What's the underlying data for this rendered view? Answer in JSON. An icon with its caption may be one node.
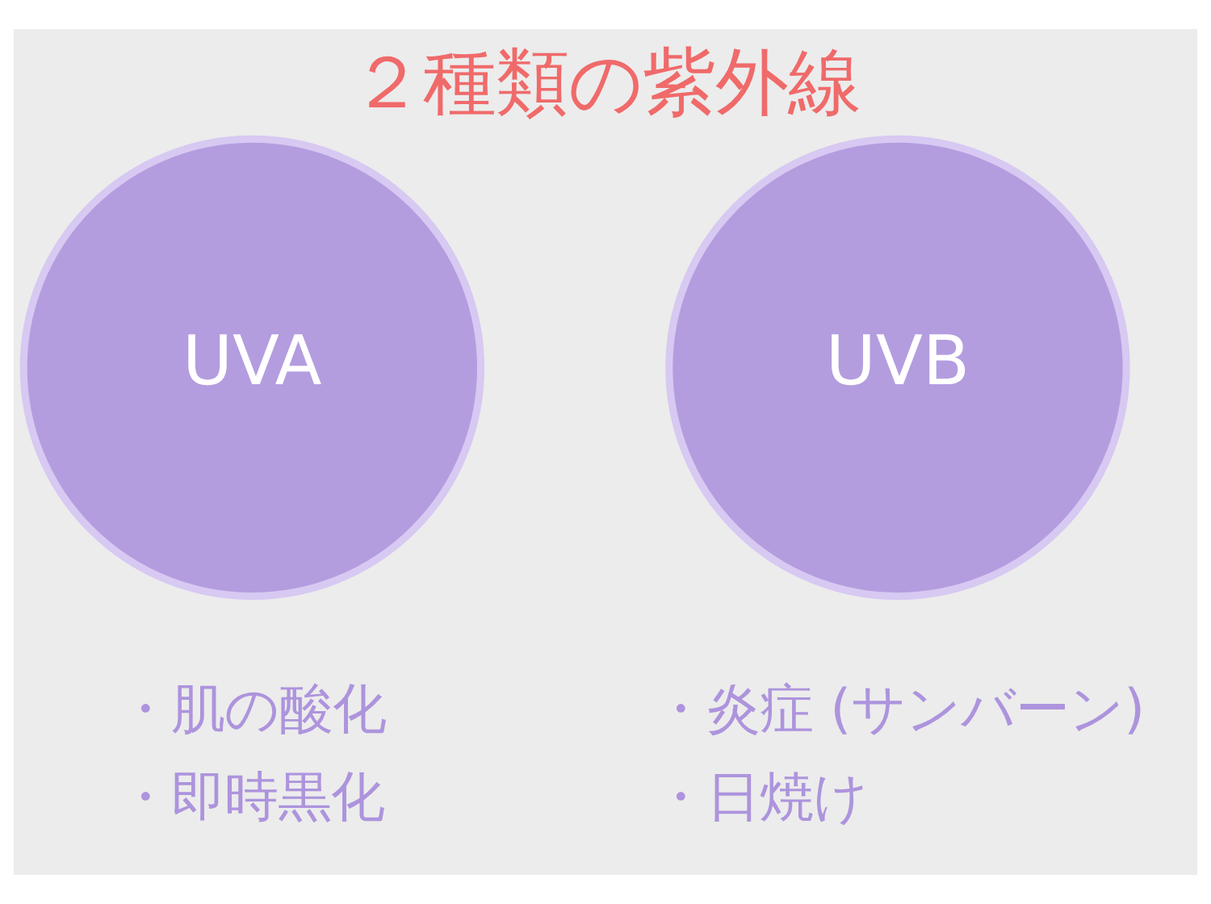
{
  "diagram": {
    "title": "２種類の紫外線",
    "nodes": [
      {
        "text": [
          "UVA"
        ],
        "beside": [
          "・肌の酸化",
          "・即時黒化"
        ]
      },
      {
        "text": [
          "UVB"
        ],
        "beside": [
          "・炎症 (サンバーン)",
          "・日焼け"
        ]
      }
    ],
    "edges": []
  }
}
